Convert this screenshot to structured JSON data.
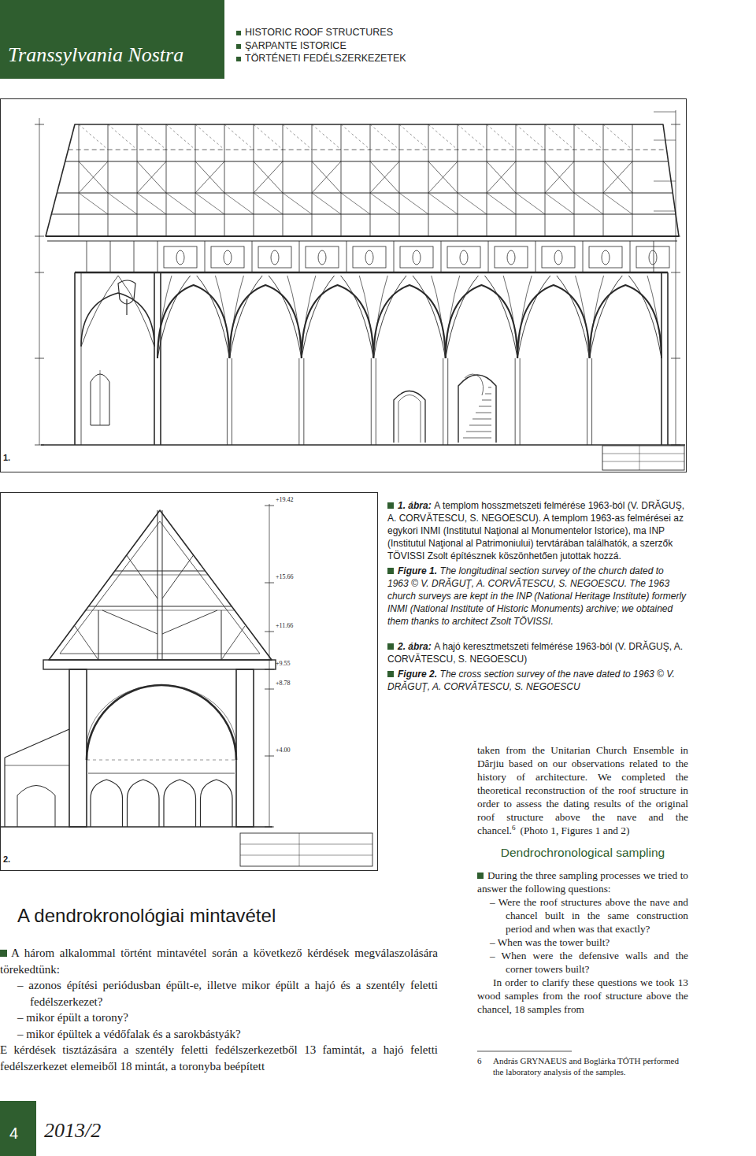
{
  "diagram": {
    "nodes": [
      {
        "text": [
          "Transsylvania Nostra"
        ]
      },
      {
        "text": [
          "4"
        ]
      }
    ],
    "labels": [
      "HISTORIC ROOF STRUCTURES",
      "ŞARPANTE ISTORICE",
      "TÖRTÉNETI FEDÉLSZERKEZETEK",
      "1.",
      "1. ábra:",
      "A templom hosszmetszeti felmérése 1963-ból (V. DRĂGUŞ, A. CORVĂTESCU, S. NEGOESCU). A templom 1963-as felmérései az egykori INMI (Institutul Naţional al Monumentelor Istorice), ma INP (Institutul Naţional al Patrimoniului) tervtárában találhatók, a szerzők TÖVISSI Zsolt építésznek köszönhetően jutottak hozzá.",
      "Figure 1.",
      "The longitudinal section survey of the church dated to 1963 © V. DRĂGUŢ, A. CORVĂTESCU, S. NEGOESCU. The 1963 church surveys are kept in the INP (National Heritage Institute) formerly INMI (National Institute of Historic Monuments) archive; we obtained them thanks to architect Zsolt TÖVISSI.",
      "2. ábra:",
      "A hajó keresztmetszeti felmérése 1963-ból (V. DRĂGUŞ, A. CORVĂTESCU, S. NEGOESCU)",
      "Figure 2.",
      "The cross section survey of the nave dated to 1963 © V. DRĂGUŢ, A. CORVĂTESCU, S. NEGOESCU",
      "2.",
      "+19.42",
      "+15.66",
      "+11.66",
      "+9.55",
      "+8.78",
      "+4.00",
      "taken from the Unitarian Church Ensemble in Dârjiu based on our observations related to the history of architecture. We completed the theoretical reconstruction of the roof structure in order to assess the dating results of the original roof structure above the nave and the chancel.",
      "6",
      "(Photo 1, Figures 1 and 2)",
      "Dendrochronological sampling",
      "During the three sampling processes we tried to answer the following questions:",
      "– Were the roof structures above the nave and chancel built in the same construction period and when was that exactly?",
      "– When was the tower built?",
      "– When were the defensive walls and the corner towers built?",
      "In order to clarify these questions we took 13 wood samples from the roof structure above the chancel, 18 samples from",
      "6",
      "András GRYNAEUS and Boglárka TÓTH performed the laboratory analysis of the samples.",
      "A dendrokronológiai mintavétel",
      "A három alkalommal történt mintavétel során a következő kérdések megválaszolására törekedtünk:",
      "– azonos építési periódusban épült-e, illetve mikor épült a hajó és a szentély feletti fedélszerkezet?",
      "– mikor épült a torony?",
      "– mikor épültek a védőfalak és a sarokbástyák?",
      "E kérdések tisztázására a szentély feletti fedélszerkezetből 13 famintát, a hajó feletti fedélszerkezet elemeiből 18 mintát, a toronyba beépített",
      "2013/2"
    ]
  }
}
